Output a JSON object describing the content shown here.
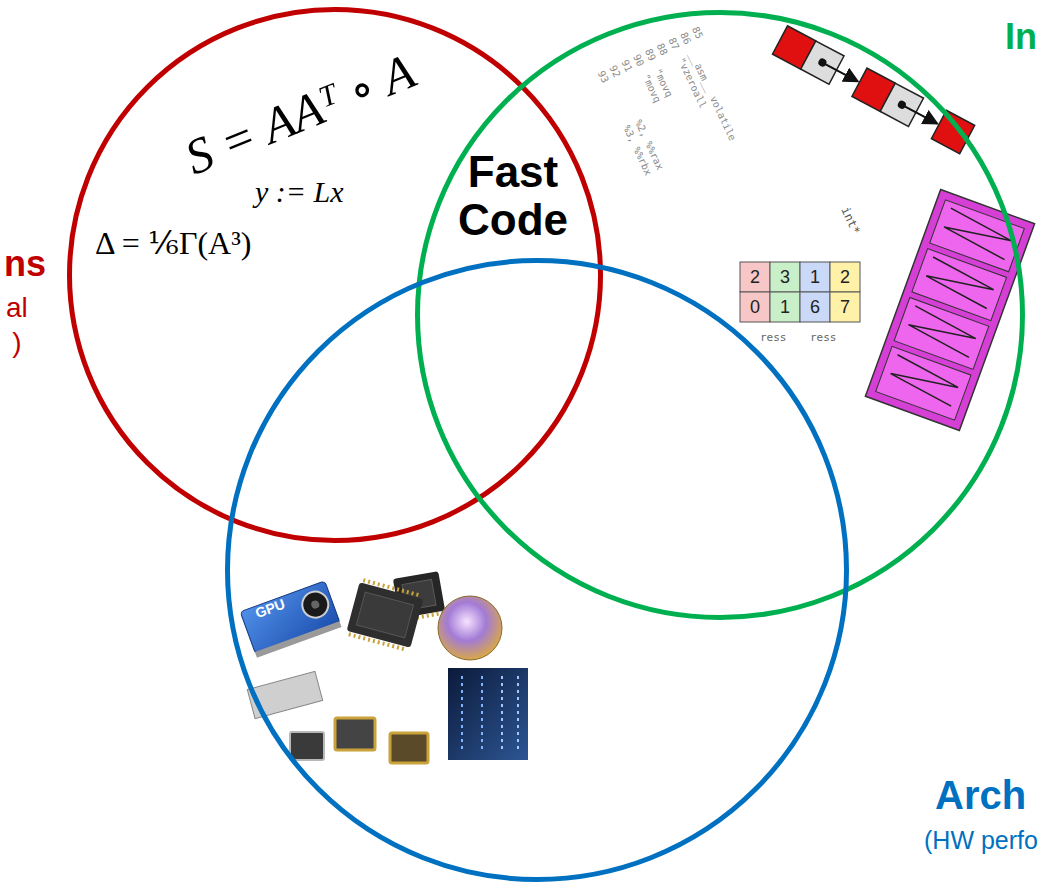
{
  "diagram": {
    "nodes": [
      {
        "text": [
          "S = AAᵀ ∘ A",
          "y := Lx",
          "Δ = ⅙Γ(A³)",
          "ns",
          "al )"
        ]
      },
      {
        "text": [
          "In"
        ]
      },
      {
        "text": [
          "Arch",
          "(HW perfo"
        ]
      }
    ],
    "labels": [
      "Fast Code",
      "85",
      "86",
      "87",
      "88",
      "89",
      "90",
      "91",
      "92",
      "93",
      "__asm__ volatile",
      "\"vzeroall",
      "\"movq",
      "\"movq",
      "%2, %%rax",
      "%3, %%rbx",
      "int*",
      "2",
      "3",
      "1",
      "2",
      "0",
      "1",
      "6",
      "7",
      "ress",
      "ress",
      "GPU"
    ]
  }
}
